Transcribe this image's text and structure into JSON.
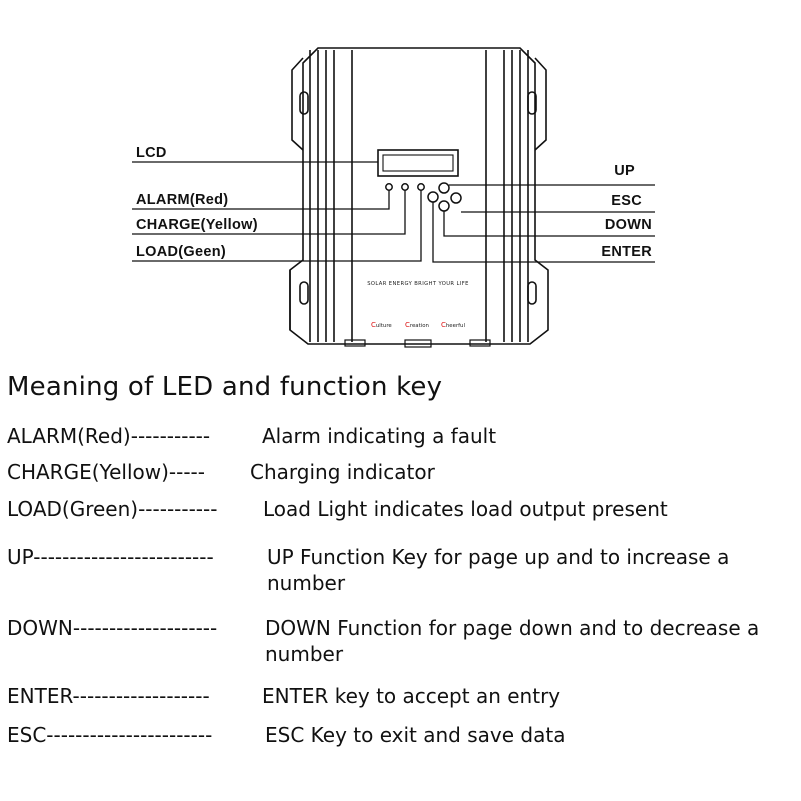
{
  "diagram": {
    "labels_left": {
      "lcd": "LCD",
      "alarm": "ALARM(Red)",
      "charge": "CHARGE(Yellow)",
      "load": "LOAD(Geen)"
    },
    "labels_right": {
      "up": "UP",
      "esc": "ESC",
      "down": "DOWN",
      "enter": "ENTER"
    },
    "device": {
      "slogan": "SOLAR ENERGY BRIGHT YOUR LIFE",
      "brand_words": [
        {
          "initial": "C",
          "rest": "ulture"
        },
        {
          "initial": "C",
          "rest": "reation"
        },
        {
          "initial": "C",
          "rest": "heerful"
        }
      ]
    }
  },
  "section": {
    "title": "Meaning of LED and function key",
    "items": [
      {
        "term": "ALARM(Red)-----------",
        "desc": "Alarm indicating a fault"
      },
      {
        "term": "CHARGE(Yellow)-----",
        "desc": "Charging indicator"
      },
      {
        "term": "LOAD(Green)-----------",
        "desc": "Load Light indicates load output present"
      },
      {
        "term": "UP-------------------------",
        "desc": "UP Function Key for page up and to increase a number"
      },
      {
        "term": "DOWN--------------------",
        "desc": "DOWN Function for page down and to decrease a number"
      },
      {
        "term": "ENTER-------------------",
        "desc": "ENTER key to accept an entry"
      },
      {
        "term": "ESC-----------------------",
        "desc": "ESC Key to exit and save data"
      }
    ]
  }
}
